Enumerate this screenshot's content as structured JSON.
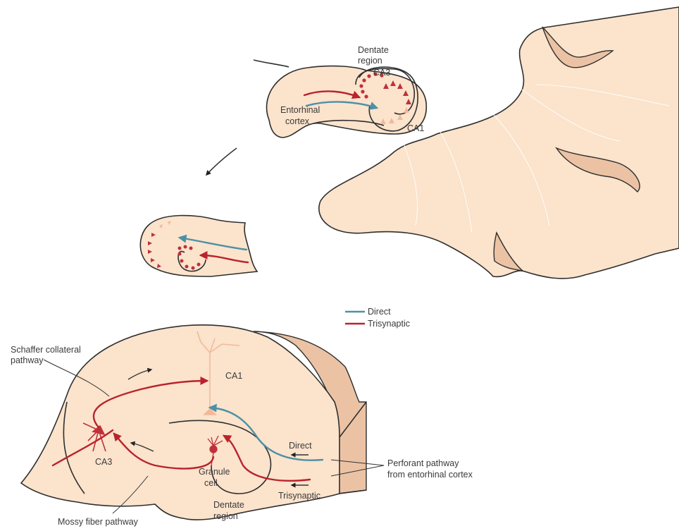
{
  "top_diagram": {
    "labels": {
      "dentate_region": [
        "Dentate",
        "region"
      ],
      "ca3": "CA3",
      "entorhinal_cortex": [
        "Entorhinal",
        "cortex"
      ],
      "ca1": "CA1"
    }
  },
  "legend": {
    "items": [
      {
        "label": "Direct",
        "color": "#4e90a6"
      },
      {
        "label": "Trisynaptic",
        "color": "#b9232c"
      }
    ]
  },
  "bottom_diagram": {
    "labels": {
      "schaffer_collateral": [
        "Schaffer collateral",
        "pathway"
      ],
      "ca1": "CA1",
      "ca3": "CA3",
      "direct": "Direct",
      "granule_cell": [
        "Granule",
        "cell"
      ],
      "perforant_pathway": [
        "Perforant pathway",
        "from entorhinal cortex"
      ],
      "trisynaptic": "Trisynaptic",
      "dentate_region": [
        "Dentate",
        "region"
      ],
      "mossy_fiber": "Mossy fiber pathway"
    }
  },
  "colors": {
    "tissue": "#fbe3cc",
    "tissue_shadow": "#ebc3a4",
    "trisynaptic": "#b9232c",
    "direct": "#4e90a6"
  }
}
